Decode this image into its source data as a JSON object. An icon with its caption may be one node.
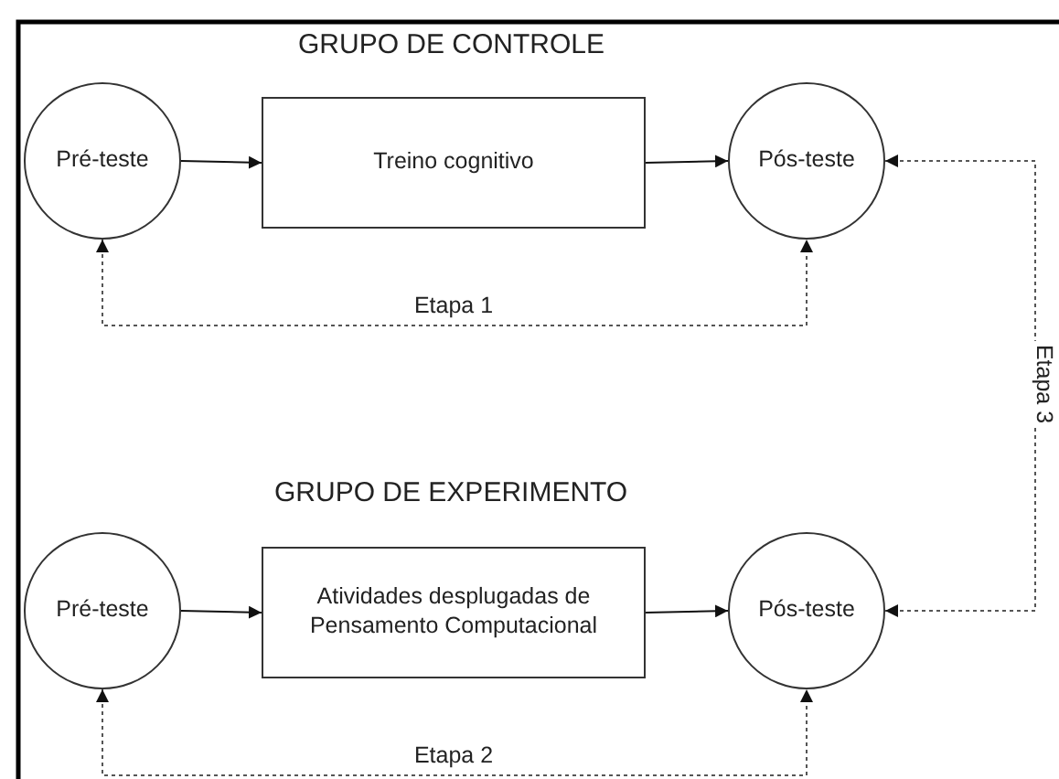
{
  "diagram": {
    "nodes": [
      {
        "text": [
          "Pré-teste"
        ]
      },
      {
        "text": [
          "Treino cognitivo"
        ]
      },
      {
        "text": [
          "Pós-teste"
        ]
      },
      {
        "text": [
          "Pré-teste"
        ]
      },
      {
        "text": [
          "Atividades desplugadas de Pensamento Computacional"
        ]
      },
      {
        "text": [
          "Pós-teste"
        ]
      }
    ],
    "edges": [
      {
        "from": 0,
        "to": 1,
        "arrow": "to"
      },
      {
        "from": 1,
        "to": 2,
        "arrow": "to"
      },
      {
        "from": 0,
        "to": 2,
        "arrow": "both",
        "label": "Etapa 1",
        "style": "dashed"
      },
      {
        "from": 3,
        "to": 4,
        "arrow": "to"
      },
      {
        "from": 4,
        "to": 5,
        "arrow": "to"
      },
      {
        "from": 3,
        "to": 5,
        "arrow": "both",
        "label": "Etapa 2",
        "style": "dashed"
      },
      {
        "from": 2,
        "to": 5,
        "arrow": "both",
        "label": "Etapa 3",
        "style": "dashed"
      }
    ],
    "labels": [
      "GRUPO DE CONTROLE",
      "GRUPO DE EXPERIMENTO"
    ]
  }
}
